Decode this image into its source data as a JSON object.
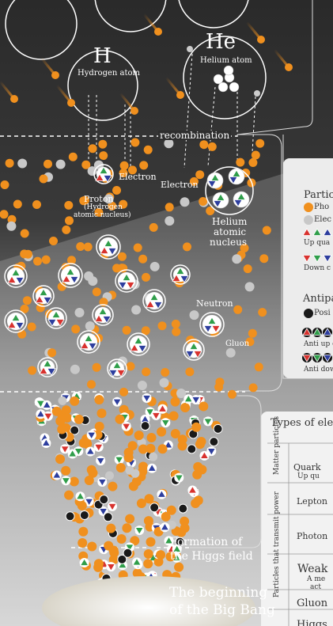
{
  "labels": {
    "hydrogen_symbol": "H",
    "hydrogen_atom": "Hydrogen atom",
    "helium_symbol": "He",
    "helium_atom": "Helium atom",
    "recombination": "recombination",
    "electron_1": "Electron",
    "electron_2": "Electron",
    "proton": "Proton",
    "proton_sub_1": "(Hydrogen",
    "proton_sub_2": "atomic nucleus)",
    "helium_nucleus_1": "Helium",
    "helium_nucleus_2": "atomic",
    "helium_nucleus_3": "nucleus",
    "neutron": "Neutron",
    "gluon": "Gluon",
    "higgs_field_1": "Formation of",
    "higgs_field_2": "the Higgs field",
    "big_bang_1": "The beginning",
    "big_bang_2": "of the Big Bang"
  },
  "legend_particles": {
    "title": "Particl",
    "photon": "Pho",
    "electron": "Elec",
    "up_quark": "Up qua",
    "down_quark": "Down c"
  },
  "legend_antiparticles": {
    "title": "Antipa",
    "positron": "Posi",
    "anti_up": "Anti up c",
    "anti_down": "Anti dow"
  },
  "types_table": {
    "title": "Types of ele",
    "group_matter": "Matter particles",
    "group_power": "Particles that transmit power",
    "quark": "Quark",
    "quark_sub": "Up qu",
    "lepton": "Lepton",
    "photon": "Photon",
    "weak": "Weak",
    "weak_sub_1": "A me",
    "weak_sub_2": "act",
    "gluon": "Gluon",
    "higgs": "Higgs"
  },
  "colors": {
    "photon": "#f0901e",
    "electron": "#c8c8c8",
    "red_quark": "#d8322e",
    "green_quark": "#2f9e4a",
    "blue_quark": "#2d3e9e",
    "positron": "#1a1a1a"
  }
}
